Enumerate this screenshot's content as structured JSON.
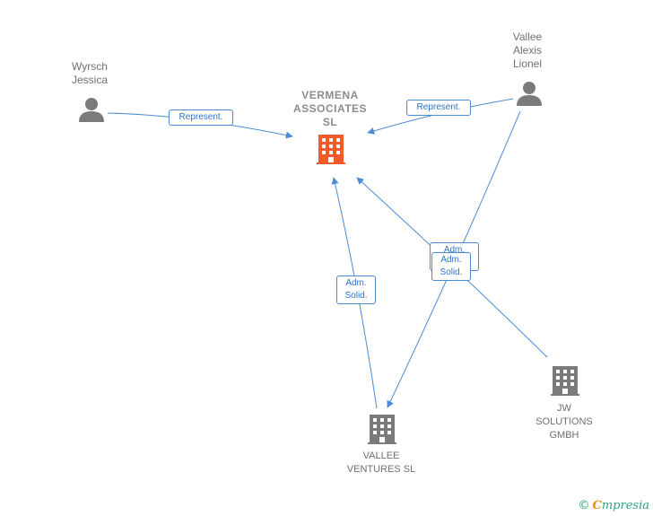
{
  "nodes": {
    "vermena": {
      "label": "VERMENA\nASSOCIATES\nSL",
      "type": "company-main"
    },
    "wyrsch": {
      "label": "Wyrsch\nJessica",
      "type": "person"
    },
    "vallee_alexis": {
      "label": "Vallee\nAlexis\nLionel",
      "type": "person"
    },
    "jw": {
      "label": "JW\nSOLUTIONS\nGMBH",
      "type": "company"
    },
    "vallee_ventures": {
      "label": "VALLEE\nVENTURES  SL",
      "type": "company"
    }
  },
  "edges": {
    "wyrsch_vermena": {
      "label": "Represent."
    },
    "alexis_vermena": {
      "label": "Represent."
    },
    "ventures_vermena": {
      "label": "Adm.\nSolid."
    },
    "jw_vermena": {
      "label": "Adm.\nSolid."
    },
    "alexis_ventures": {
      "label": "Adm.\nSolid."
    }
  },
  "colors": {
    "edge": "#4a8bd6",
    "main_company": "#f15a2b",
    "company": "#7b7b7b",
    "person": "#7b7b7b"
  },
  "icons": {
    "person": "person-icon",
    "company": "building-icon"
  },
  "footer": {
    "copyright": "©",
    "brand_e": "C",
    "brand_rest": "mpresia"
  }
}
